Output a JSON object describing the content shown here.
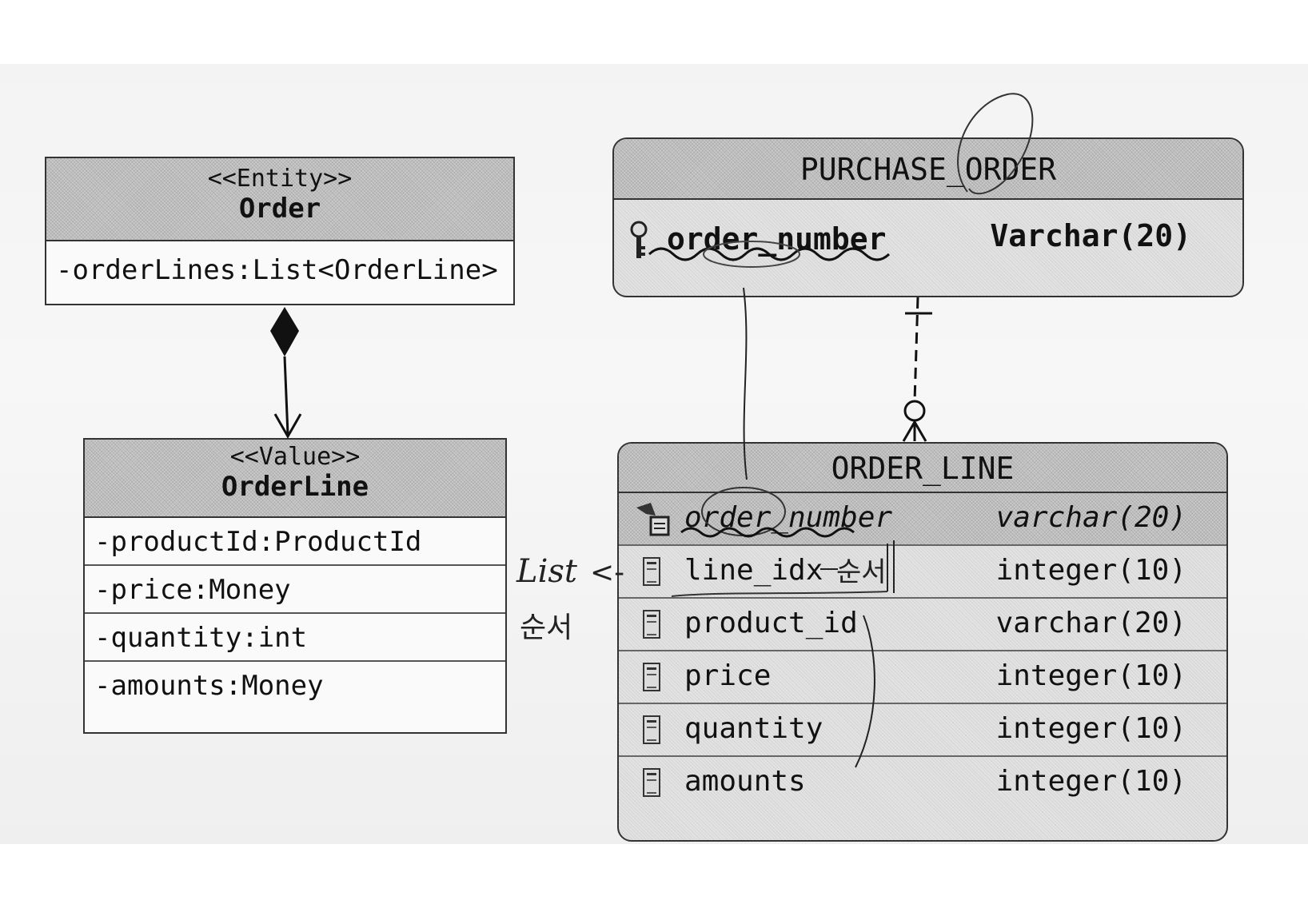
{
  "uml": {
    "order": {
      "stereotype": "<<Entity>>",
      "name": "Order",
      "attributes": [
        "-orderLines:List<OrderLine>"
      ]
    },
    "order_line": {
      "stereotype": "<<Value>>",
      "name": "OrderLine",
      "attributes": [
        "-productId:ProductId",
        "-price:Money",
        "-quantity:int",
        "-amounts:Money"
      ]
    }
  },
  "tables": {
    "purchase_order": {
      "title": "PURCHASE_ORDER",
      "columns": [
        {
          "name": "order_number",
          "type": "Varchar(20)",
          "key": "primary"
        }
      ]
    },
    "order_line": {
      "title": "ORDER_LINE",
      "columns": [
        {
          "name": "order_number",
          "type": "varchar(20)",
          "key": "foreign"
        },
        {
          "name": "line_idx",
          "type": "integer(10)"
        },
        {
          "name": "product_id",
          "type": "varchar(20)"
        },
        {
          "name": "price",
          "type": "integer(10)"
        },
        {
          "name": "quantity",
          "type": "integer(10)"
        },
        {
          "name": "amounts",
          "type": "integer(10)"
        }
      ]
    }
  },
  "handwriting": {
    "note_line1": "List",
    "note_line2": "순서",
    "arrow": "<-",
    "idx_note": "순서"
  },
  "colors": {
    "header_fill": "#c9c9c9",
    "ink": "#111111",
    "paper": "#f4f4f4"
  }
}
